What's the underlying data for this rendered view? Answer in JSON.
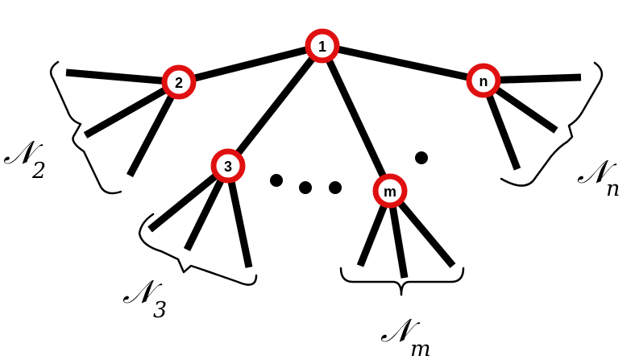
{
  "nodes": {
    "n1": {
      "label": "1"
    },
    "n2": {
      "label": "2"
    },
    "n3": {
      "label": "3"
    },
    "nm": {
      "label": "m"
    },
    "nn": {
      "label": "n"
    }
  },
  "neighborhoods": {
    "n2": {
      "symbol": "𝒩",
      "subscript": "2"
    },
    "n3": {
      "symbol": "𝒩",
      "subscript": "3"
    },
    "nm": {
      "symbol": "𝒩",
      "subscript": "m"
    },
    "nn": {
      "symbol": "𝒩",
      "subscript": "n"
    }
  },
  "colors": {
    "node_ring": "#e01010",
    "edge": "#000000"
  }
}
